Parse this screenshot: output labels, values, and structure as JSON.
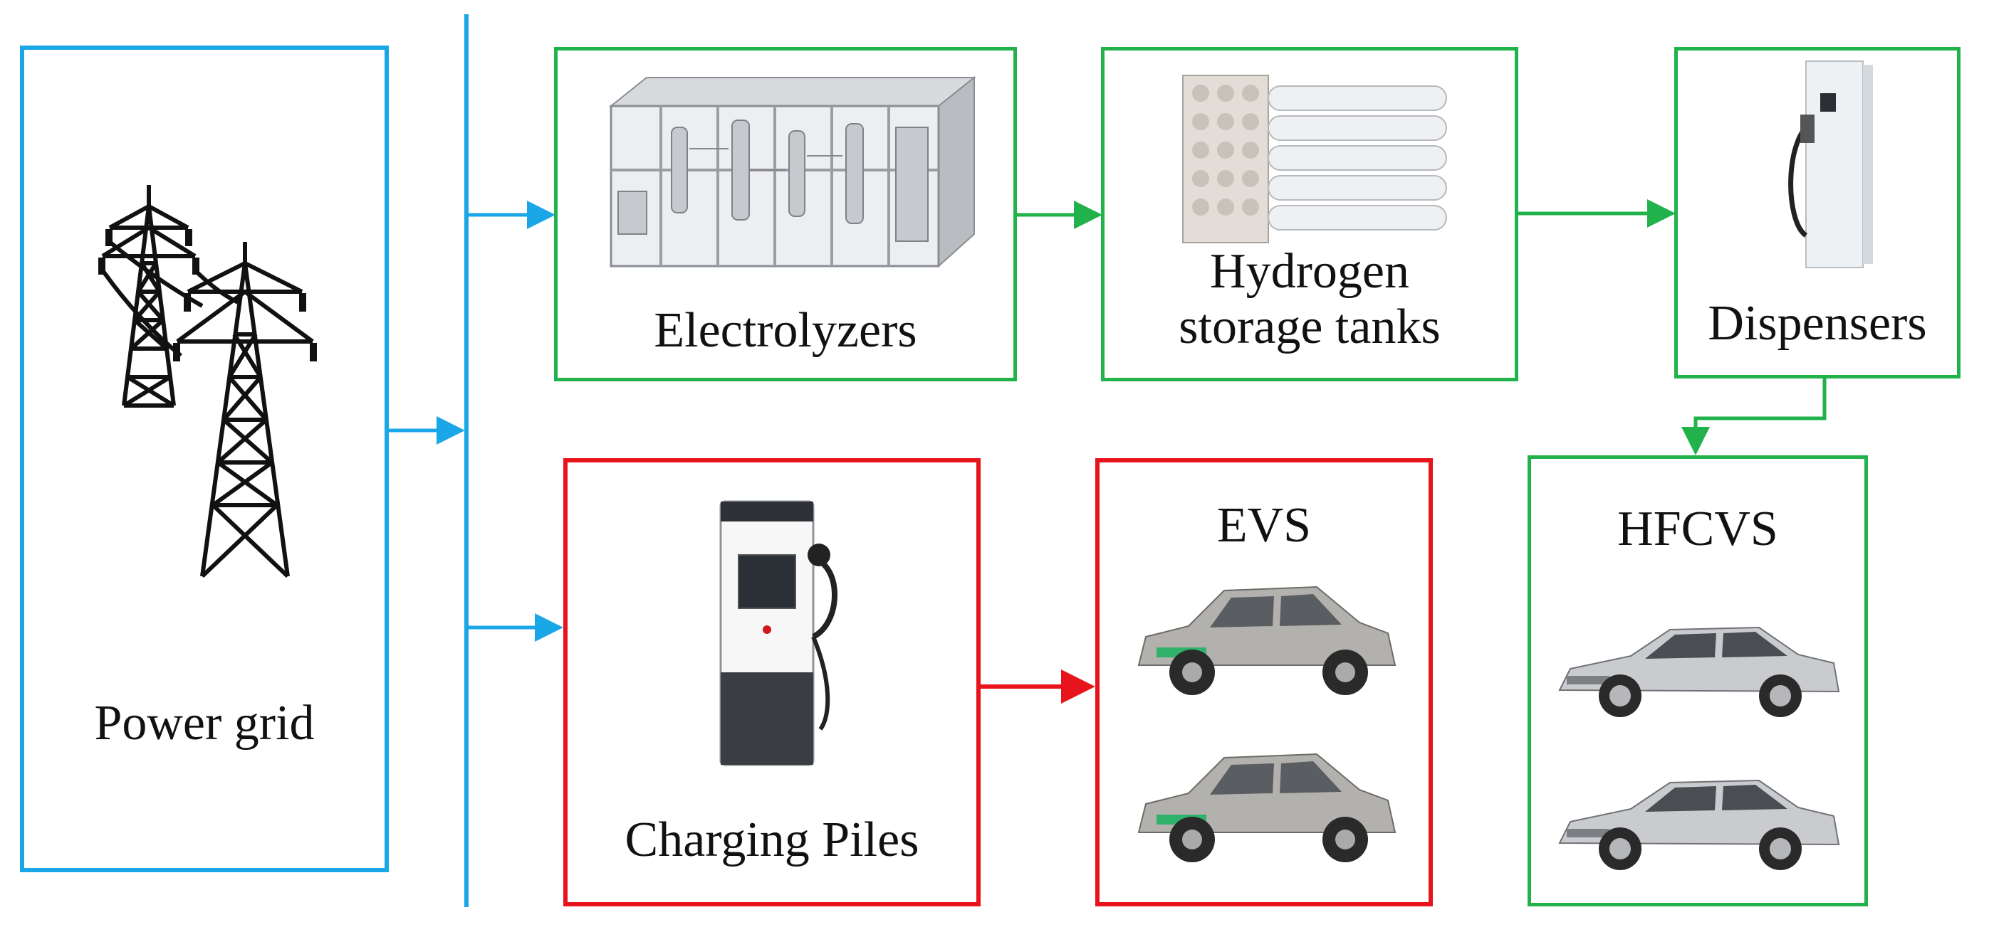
{
  "colors": {
    "power_line": "#1aa7e8",
    "hydrogen_flow": "#22b24c",
    "charging_flow": "#e8141c"
  },
  "nodes": {
    "power_grid": {
      "label": "Power grid",
      "icon": "transmission-tower-icon"
    },
    "electrolyzers": {
      "label": "Electrolyzers",
      "icon": "electrolyzer-container-icon"
    },
    "h2_storage": {
      "line1": "Hydrogen",
      "line2": "storage tanks",
      "icon": "hydrogen-tank-bundle-icon"
    },
    "dispensers": {
      "label": "Dispensers",
      "icon": "hydrogen-dispenser-icon"
    },
    "charging": {
      "label": "Charging Piles",
      "icon": "ev-charger-icon"
    },
    "evs": {
      "label": "EVS",
      "icon": "electric-car-icon"
    },
    "hfcvs": {
      "label": "HFCVS",
      "icon": "fuel-cell-sedan-icon"
    }
  }
}
